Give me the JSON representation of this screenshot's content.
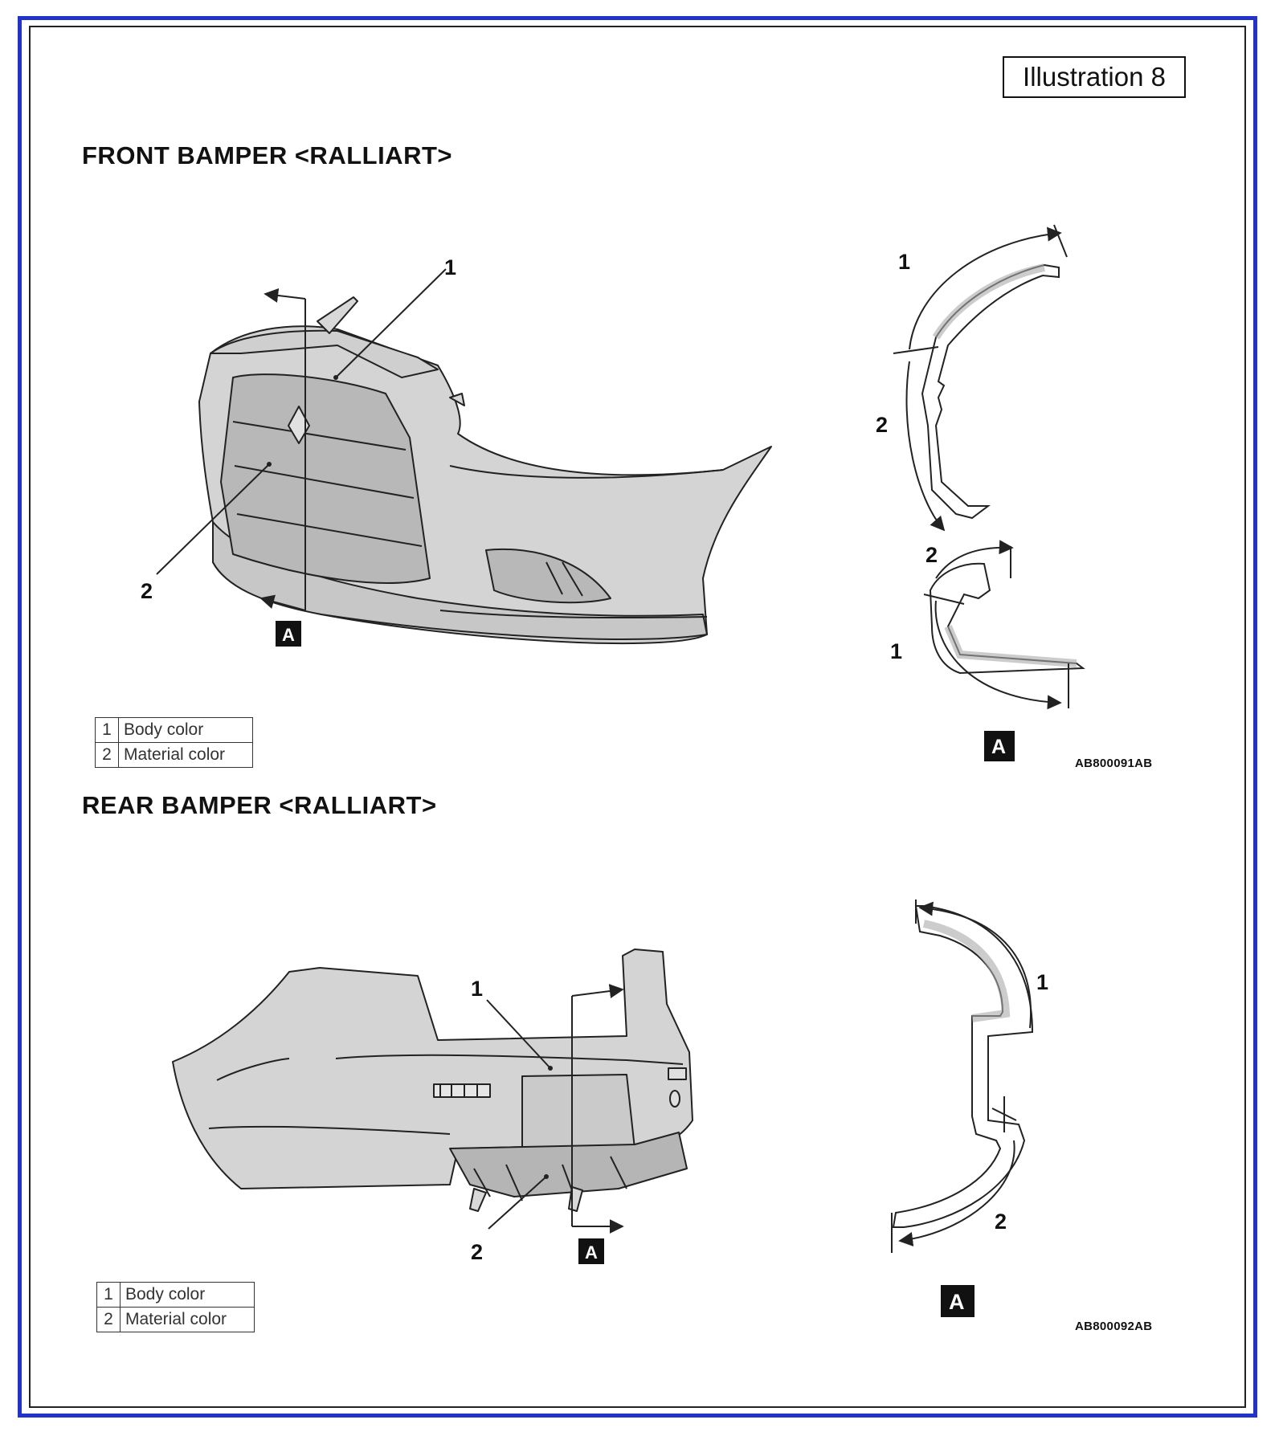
{
  "illustration_label": "Illustration 8",
  "front": {
    "title": "FRONT BAMPER <RALLIART>",
    "callouts": {
      "one": "1",
      "two": "2",
      "section": "A"
    },
    "detail": {
      "one_upper": "1",
      "two_upper": "2",
      "two_lower": "2",
      "one_lower": "1",
      "section": "A"
    },
    "legend": [
      {
        "num": "1",
        "text": "Body color"
      },
      {
        "num": "2",
        "text": "Material color"
      }
    ],
    "code": "AB800091AB"
  },
  "rear": {
    "title": "REAR BAMPER <RALLIART>",
    "callouts": {
      "one": "1",
      "two": "2",
      "section": "A"
    },
    "detail": {
      "one": "1",
      "two": "2",
      "section": "A"
    },
    "legend": [
      {
        "num": "1",
        "text": "Body color"
      },
      {
        "num": "2",
        "text": "Material color"
      }
    ],
    "code": "AB800092AB"
  },
  "colors": {
    "frame": "#2233cc",
    "body_fill": "#d4d4d4",
    "material_fill": "#b5b5b5",
    "line": "#222222"
  }
}
